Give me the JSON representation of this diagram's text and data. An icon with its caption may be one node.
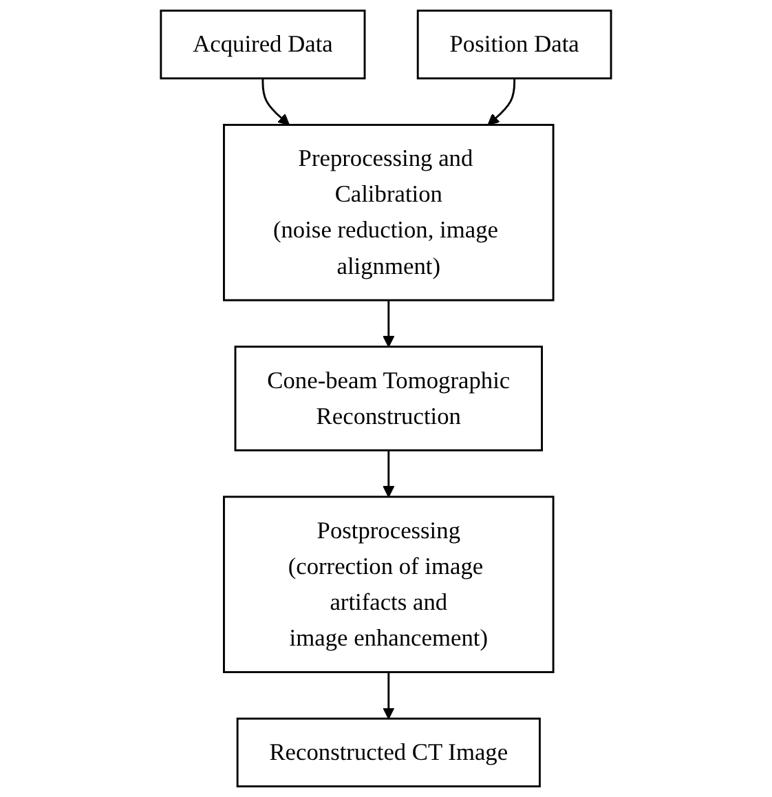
{
  "diagram": {
    "nodes": [
      {
        "text": [
          "Acquired Data"
        ]
      },
      {
        "text": [
          "Position Data"
        ]
      },
      {
        "text": [
          "Preprocessing and Calibration",
          "(noise reduction, image alignment)"
        ]
      },
      {
        "text": [
          "Cone-beam Tomographic Reconstruction"
        ]
      },
      {
        "text": [
          "Postprocessing",
          "(correction of image artifacts and image enhancement)"
        ]
      },
      {
        "text": [
          "Reconstructed CT Image"
        ]
      }
    ],
    "edges": [
      {
        "from": 0,
        "to": 2,
        "arrow": "to"
      },
      {
        "from": 1,
        "to": 2,
        "arrow": "to"
      },
      {
        "from": 2,
        "to": 3,
        "arrow": "to"
      },
      {
        "from": 3,
        "to": 4,
        "arrow": "to"
      },
      {
        "from": 4,
        "to": 5,
        "arrow": "to"
      }
    ]
  }
}
